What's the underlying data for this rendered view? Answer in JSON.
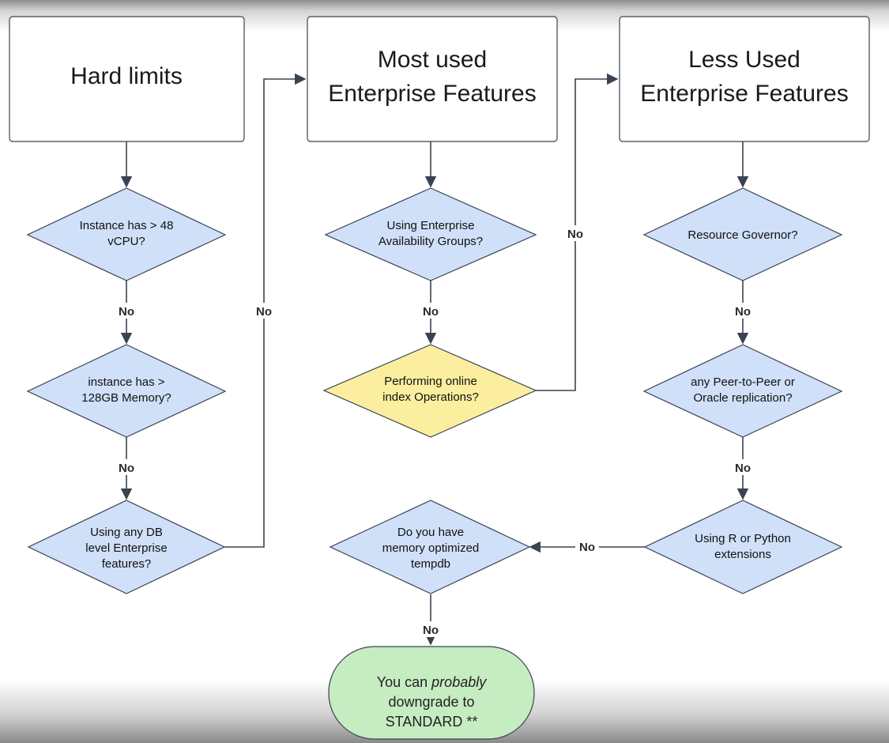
{
  "boxes": {
    "hard": {
      "line1": "Hard limits"
    },
    "most": {
      "line1": "Most used",
      "line2": "Enterprise Features"
    },
    "less": {
      "line1": "Less Used",
      "line2": "Enterprise Features"
    }
  },
  "decisions": {
    "d1": {
      "line1": "Instance has > 48",
      "line2": "vCPU?"
    },
    "d2": {
      "line1": "instance has >",
      "line2": "128GB Memory?"
    },
    "d3": {
      "line1": "Using any DB",
      "line2": "level Enterprise",
      "line3": "features?"
    },
    "d4": {
      "line1": "Using Enterprise",
      "line2": "Availability Groups?"
    },
    "d5": {
      "line1": "Performing online",
      "line2": "index Operations?"
    },
    "d6": {
      "line1": "Resource Governor?"
    },
    "d7": {
      "line1": "any Peer-to-Peer or",
      "line2": "Oracle replication?"
    },
    "d8": {
      "line1": "Using R or Python",
      "line2": "extensions"
    },
    "d9": {
      "line1": "Do you have",
      "line2": "memory optimized",
      "line3": "tempdb"
    }
  },
  "terminal": {
    "line1_a": "You can ",
    "line1_b": "probably",
    "line2": "downgrade to",
    "line3": "STANDARD **"
  },
  "edge_labels": {
    "d1_d2": "No",
    "d2_d3": "No",
    "d3_most": "No",
    "d4_d5": "No",
    "d5_less": "No",
    "d6_d7": "No",
    "d7_d8": "No",
    "d8_d9": "No",
    "d9_end": "No"
  },
  "colors": {
    "decision_fill": "#cfe0f8",
    "highlight_fill": "#fbef9f",
    "terminal_fill": "#c6ecc1",
    "box_fill": "#ffffff",
    "outline": "#3b4252"
  }
}
